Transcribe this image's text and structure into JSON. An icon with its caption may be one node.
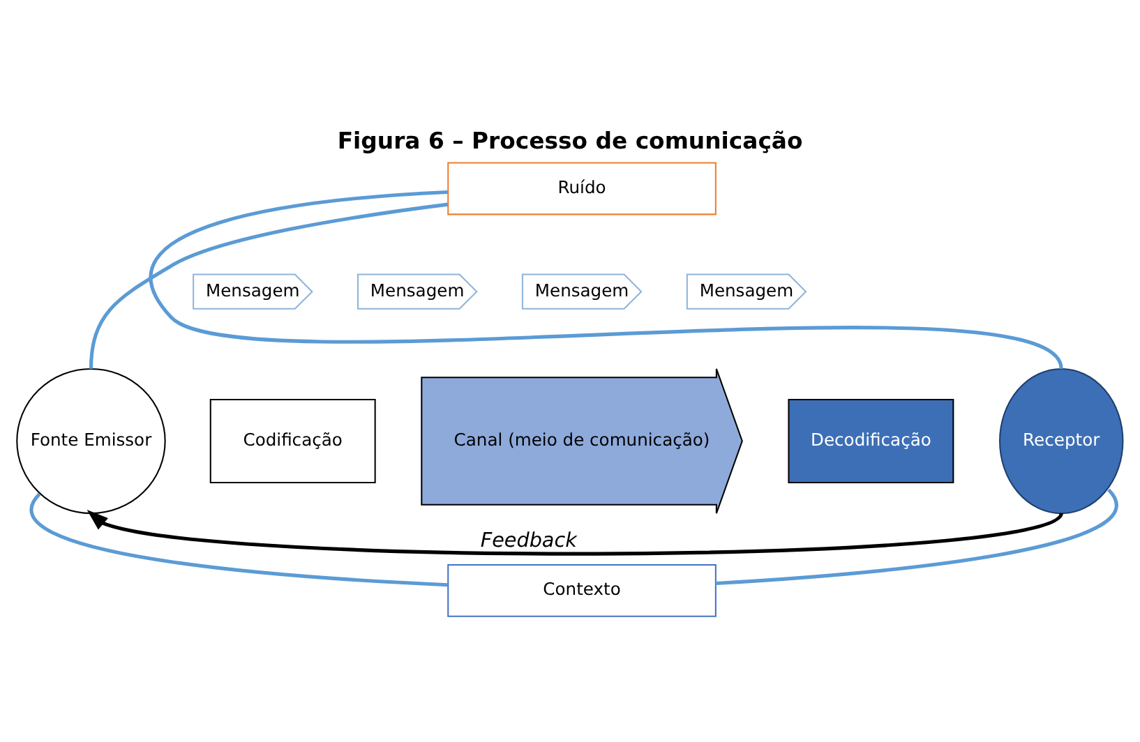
{
  "diagram": {
    "title": "Figura 6 – Processo de comunicação",
    "nodes": [
      {
        "text": [
          "Ruído"
        ]
      },
      {
        "text": [
          "Mensagem"
        ]
      },
      {
        "text": [
          "Mensagem"
        ]
      },
      {
        "text": [
          "Mensagem"
        ]
      },
      {
        "text": [
          "Mensagem"
        ]
      },
      {
        "text": [
          "Fonte Emissor"
        ]
      },
      {
        "text": [
          "Codificação"
        ]
      },
      {
        "text": [
          "Canal (meio de comunicação)"
        ]
      },
      {
        "text": [
          "Decodificação"
        ]
      },
      {
        "text": [
          "Receptor"
        ]
      },
      {
        "text": [
          "Contexto"
        ]
      }
    ],
    "edges": [
      {
        "from": 5,
        "to": 0,
        "arrow": "none"
      },
      {
        "from": 0,
        "to": 9,
        "arrow": "none"
      },
      {
        "from": 5,
        "to": 10,
        "arrow": "none"
      },
      {
        "from": 10,
        "to": 9,
        "arrow": "none"
      },
      {
        "from": 9,
        "to": 5,
        "arrow": "to",
        "label": "Feedback",
        "color": "#000000"
      }
    ]
  }
}
